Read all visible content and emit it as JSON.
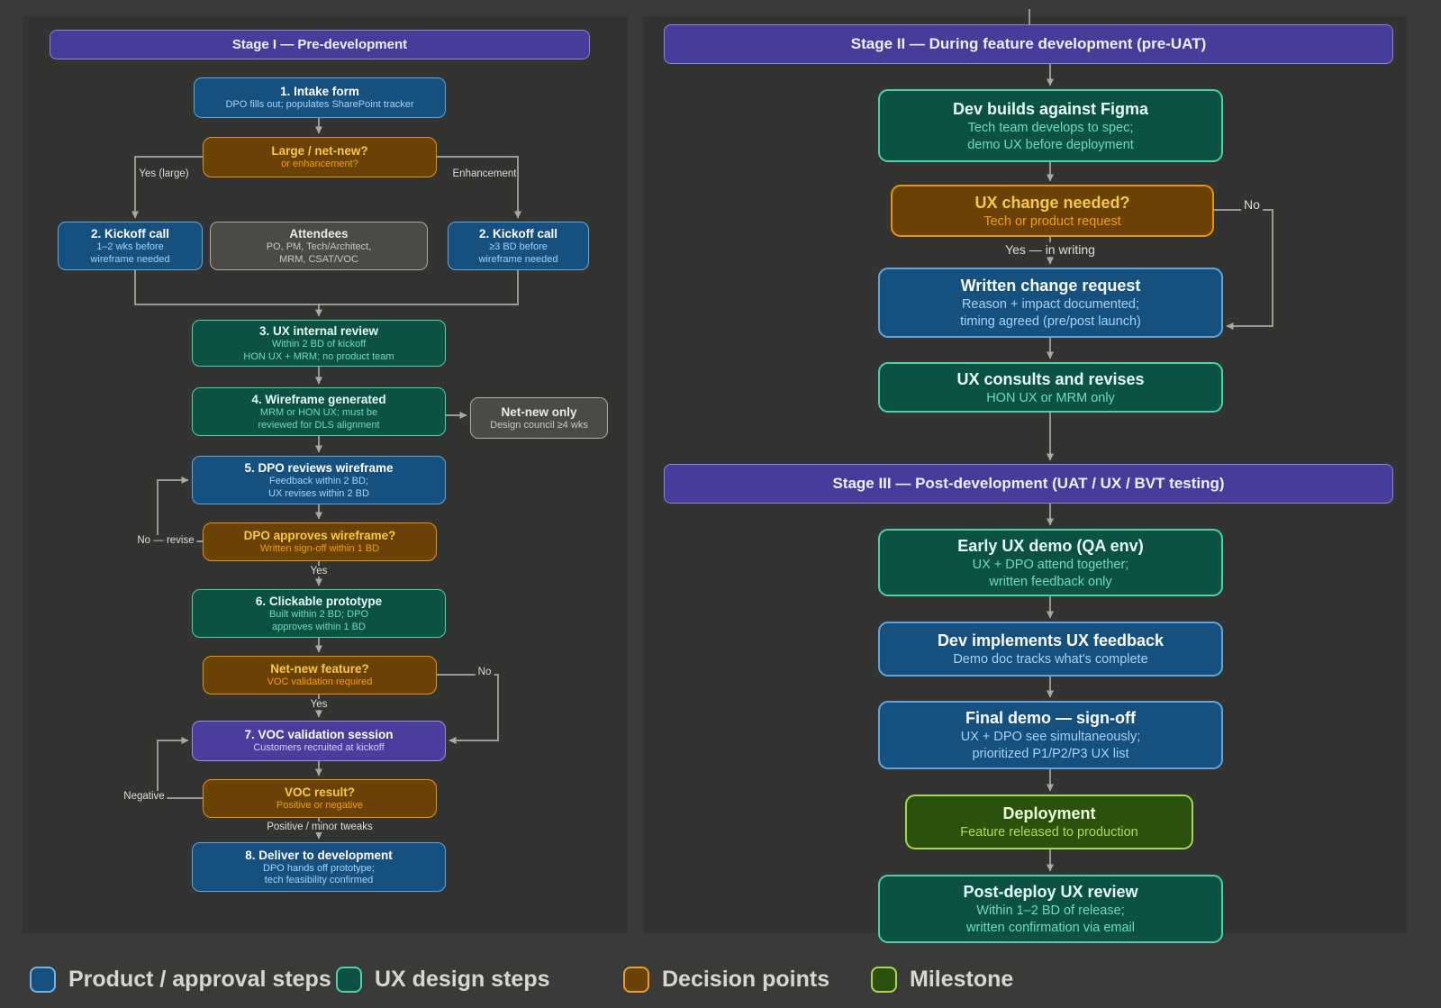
{
  "colors": {
    "background": "#3a3a39",
    "panel": "#333332",
    "stage_purple": "#453d99",
    "product_blue": "#15507e",
    "ux_teal": "#0b5244",
    "decision_orange": "#6b4206",
    "milestone_green": "#2b510d",
    "note_gray": "#4a4b44",
    "arrow_gray": "#a9a9a6"
  },
  "stage1": {
    "title": "Stage I — Pre-development"
  },
  "stage2": {
    "title": "Stage II — During feature development (pre-UAT)"
  },
  "stage3": {
    "title": "Stage III — Post-development (UAT / UX / BVT testing)"
  },
  "left": {
    "intake": {
      "title": "1. Intake form",
      "sub1": "DPO fills out; populates SharePoint tracker"
    },
    "size_decision": {
      "title": "Large / net-new?",
      "sub1": "or enhancement?"
    },
    "kickoff_large": {
      "title": "2. Kickoff call",
      "sub1": "1–2 wks before",
      "sub2": "wireframe needed"
    },
    "attendees": {
      "title": "Attendees",
      "sub1": "PO, PM, Tech/Architect,",
      "sub2": "MRM, CSAT/VOC"
    },
    "kickoff_enh": {
      "title": "2. Kickoff call",
      "sub1": "≥3 BD before",
      "sub2": "wireframe needed"
    },
    "ux_review": {
      "title": "3. UX internal review",
      "sub1": "Within 2 BD of kickoff",
      "sub2": "HON UX + MRM; no product team"
    },
    "wireframe": {
      "title": "4. Wireframe generated",
      "sub1": "MRM or HON UX; must be",
      "sub2": "reviewed for DLS alignment"
    },
    "netnew_note": {
      "title": "Net-new only",
      "sub1": "Design council ≥4 wks"
    },
    "dpo_reviews": {
      "title": "5. DPO reviews wireframe",
      "sub1": "Feedback within 2 BD;",
      "sub2": "UX revises within 2 BD"
    },
    "dpo_approves": {
      "title": "DPO approves wireframe?",
      "sub1": "Written sign-off within 1 BD"
    },
    "prototype": {
      "title": "6. Clickable prototype",
      "sub1": "Built within 2 BD; DPO",
      "sub2": "approves within 1 BD"
    },
    "netnew_decision": {
      "title": "Net-new feature?",
      "sub1": "VOC validation required"
    },
    "voc_session": {
      "title": "7. VOC validation session",
      "sub1": "Customers recruited at kickoff"
    },
    "voc_result": {
      "title": "VOC result?",
      "sub1": "Positive or negative"
    },
    "deliver": {
      "title": "8. Deliver to development",
      "sub1": "DPO hands off prototype;",
      "sub2": "tech feasibility confirmed"
    },
    "labels": {
      "yes_large": "Yes (large)",
      "enhancement": "Enhancement",
      "no_revise": "No — revise",
      "yes_approve": "Yes",
      "no_netnew": "No",
      "yes_netnew": "Yes",
      "negative": "Negative",
      "positive": "Positive / minor tweaks"
    }
  },
  "right": {
    "dev_builds": {
      "title": "Dev builds against Figma",
      "sub1": "Tech team develops to spec;",
      "sub2": "demo UX before deployment"
    },
    "ux_change": {
      "title": "UX change needed?",
      "sub1": "Tech or product request"
    },
    "written_request": {
      "title": "Written change request",
      "sub1": "Reason + impact documented;",
      "sub2": "timing agreed (pre/post launch)"
    },
    "ux_consults": {
      "title": "UX consults and revises",
      "sub1": "HON UX or MRM only"
    },
    "early_demo": {
      "title": "Early UX demo (QA env)",
      "sub1": "UX + DPO attend together;",
      "sub2": "written feedback only"
    },
    "dev_implements": {
      "title": "Dev implements UX feedback",
      "sub1": "Demo doc tracks what's complete"
    },
    "final_demo": {
      "title": "Final demo — sign-off",
      "sub1": "UX + DPO see simultaneously;",
      "sub2": "prioritized P1/P2/P3 UX list"
    },
    "deployment": {
      "title": "Deployment",
      "sub1": "Feature released to production"
    },
    "post_deploy": {
      "title": "Post-deploy UX review",
      "sub1": "Within 1–2 BD of release;",
      "sub2": "written confirmation via email"
    },
    "labels": {
      "no_change": "No",
      "yes_writing": "Yes — in writing"
    }
  },
  "legend": {
    "items": [
      {
        "label": "Product / approval steps",
        "color": "#15507e"
      },
      {
        "label": "UX design steps",
        "color": "#0b5244"
      },
      {
        "label": "Decision points",
        "color": "#6b4206"
      },
      {
        "label": "Milestone",
        "color": "#2b510d"
      }
    ]
  }
}
